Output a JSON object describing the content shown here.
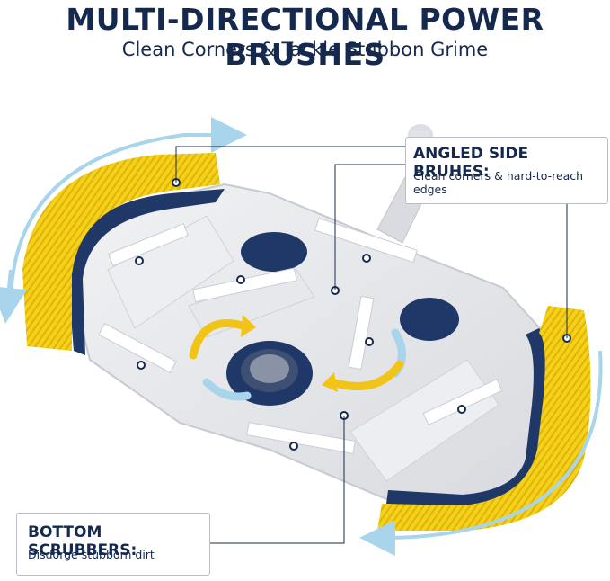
{
  "header": {
    "title": "MULTI-DIRECTIONAL POWER BRUSHES",
    "subtitle": "Clean Corners & Tackle Stubbon Grime"
  },
  "callouts": {
    "side": {
      "title": "ANGLED SIDE BRUHES:",
      "description": "Clean corners & hard-to-reach edges"
    },
    "bottom": {
      "title": "BOTTOM SCRUBBERS:",
      "description": "Disdorge stubborn dirt"
    }
  },
  "colors": {
    "navy": "#15294f",
    "bristle_yellow": "#f5d21a",
    "arrow_blue": "#a9d5ec",
    "arrow_yellow": "#f2c418",
    "body_gray": "#e6e7ea"
  }
}
